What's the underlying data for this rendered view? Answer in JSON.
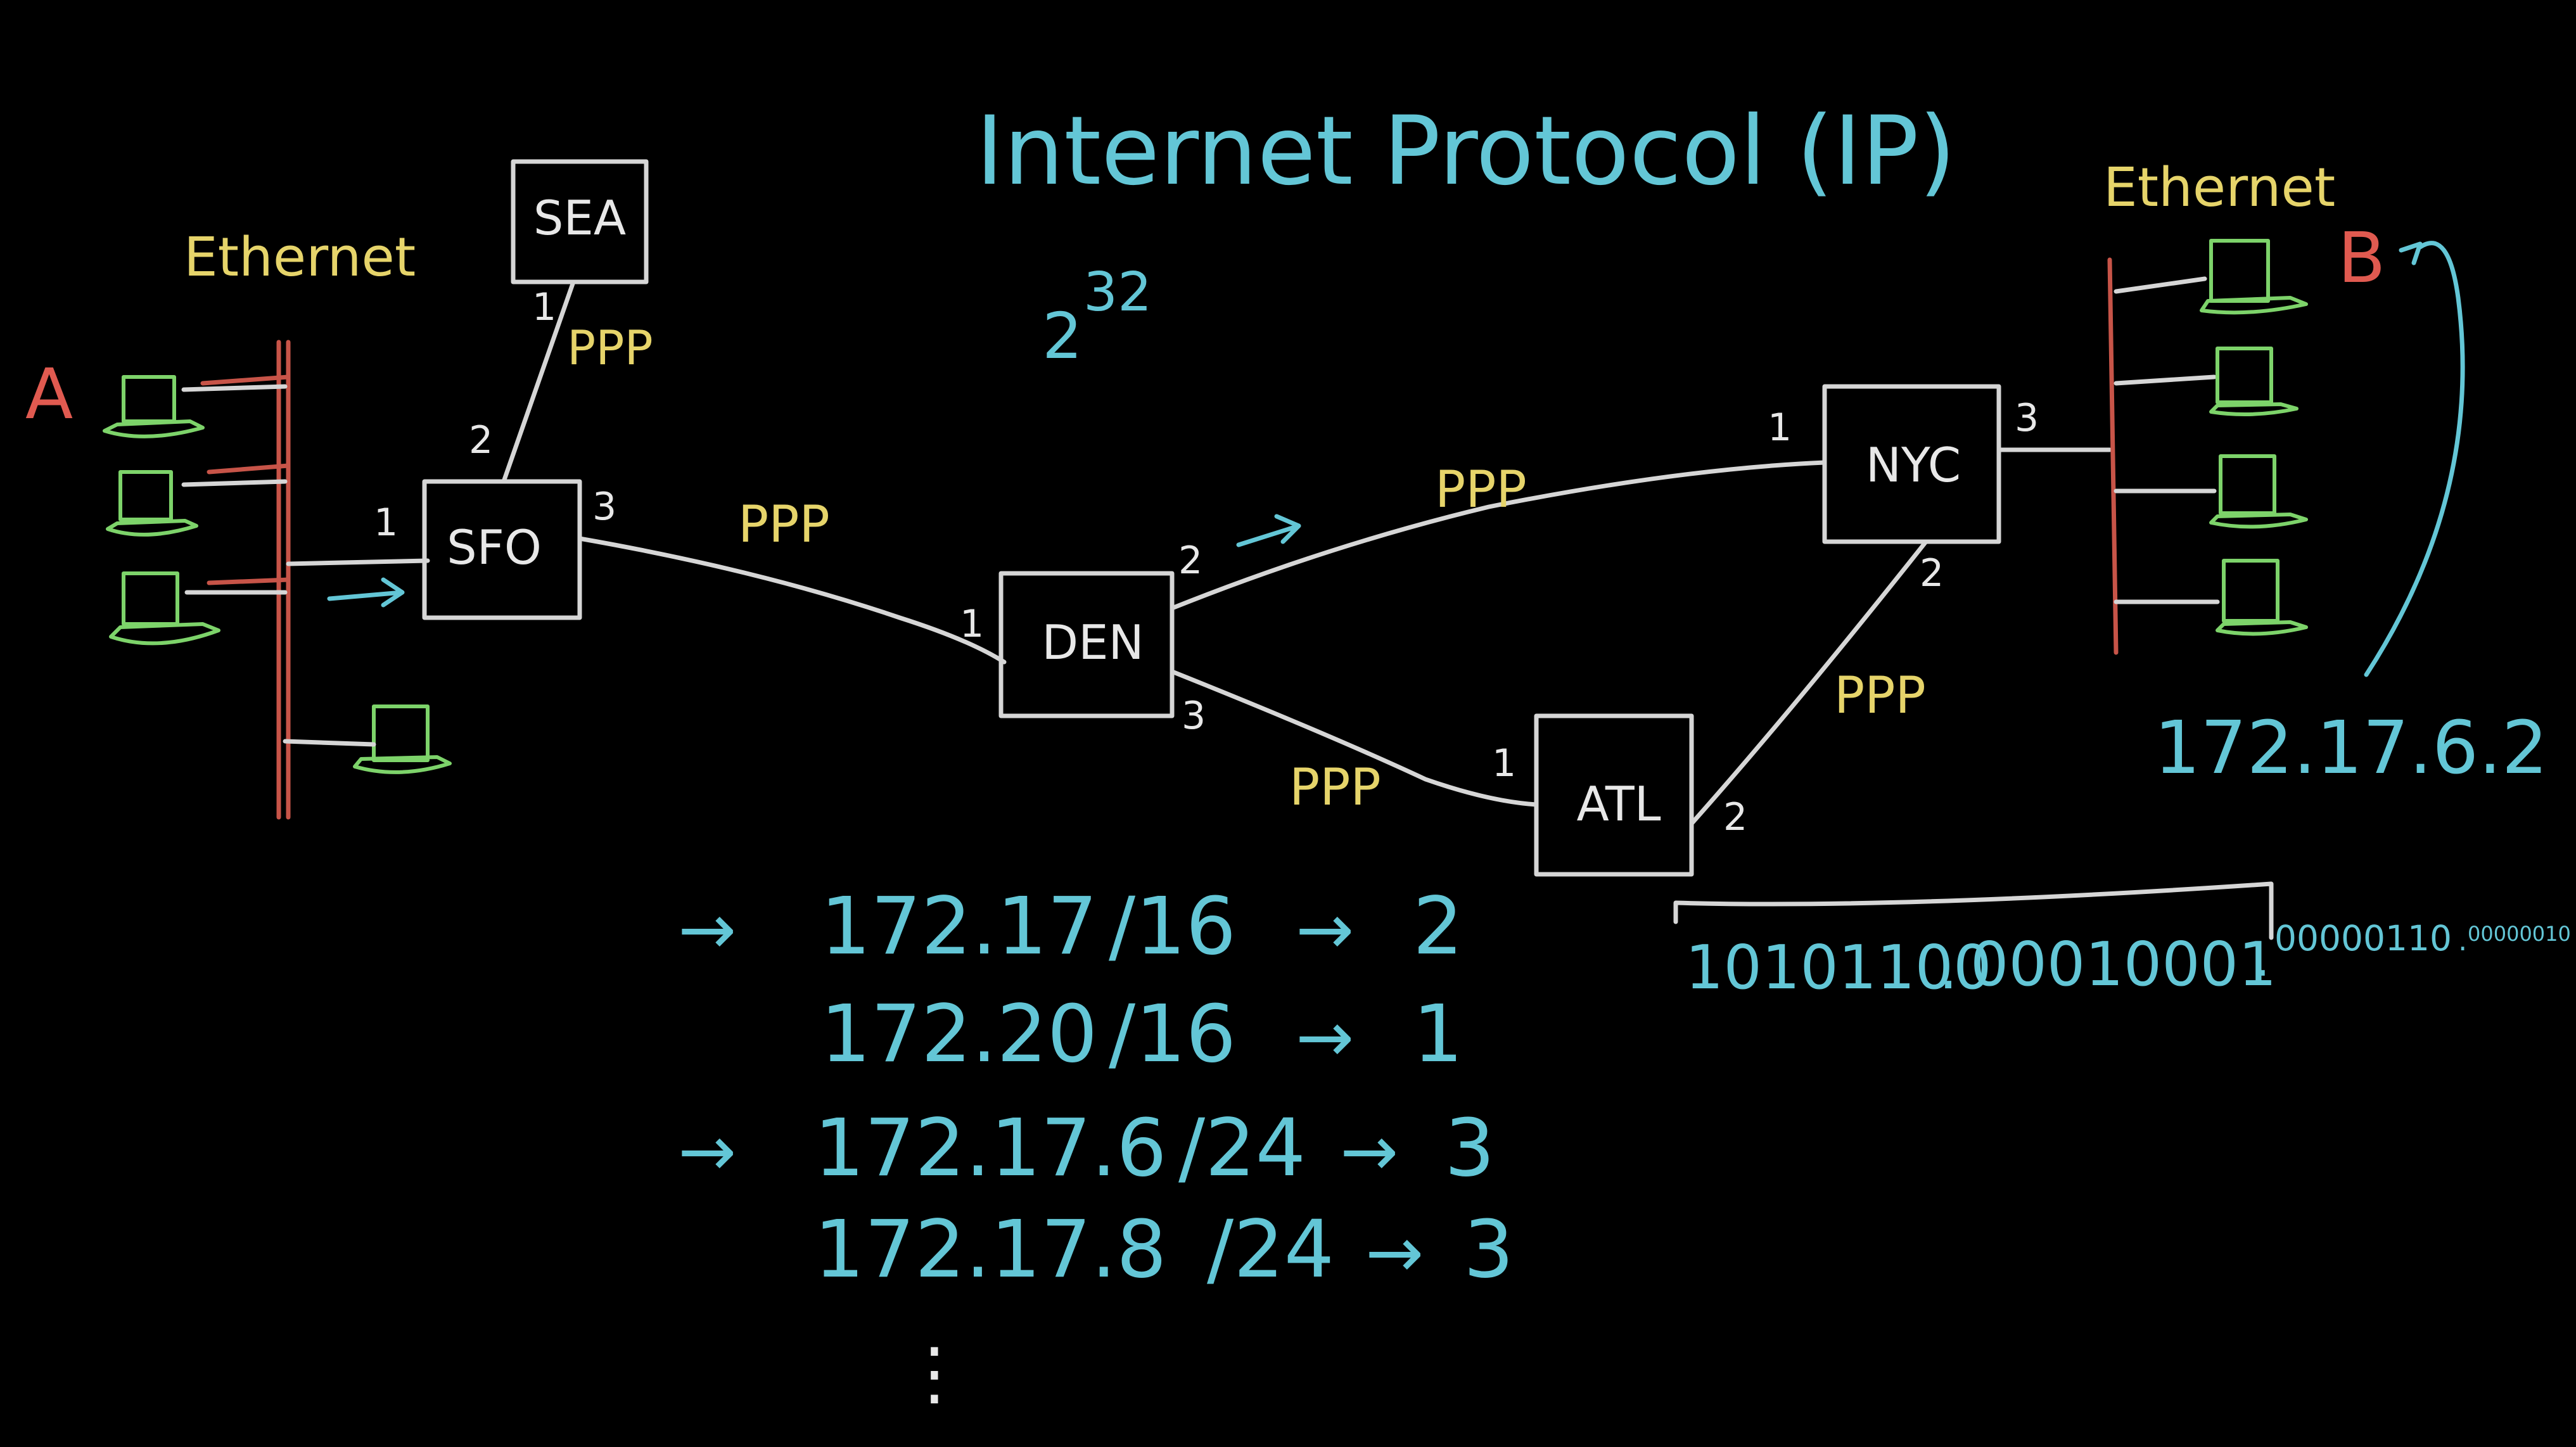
{
  "title": "Internet Protocol (IP)",
  "power": {
    "base": "2",
    "exponent": "32"
  },
  "ethernet_left": "Ethernet",
  "ethernet_right": "Ethernet",
  "host_a": "A",
  "host_b": "B",
  "routers": {
    "sea": "SEA",
    "sfo": "SFO",
    "den": "DEN",
    "atl": "ATL",
    "nyc": "NYC"
  },
  "links": {
    "sea_sfo": "PPP",
    "sfo_den": "PPP",
    "den_nyc": "PPP",
    "den_atl": "PPP",
    "atl_nyc": "PPP"
  },
  "ports": {
    "sea_1": "1",
    "sfo_1": "1",
    "sfo_2": "2",
    "sfo_3": "3",
    "den_1": "1",
    "den_2": "2",
    "den_3": "3",
    "atl_1": "1",
    "atl_2": "2",
    "nyc_1": "1",
    "nyc_2": "2",
    "nyc_3": "3"
  },
  "address_b": "172.17.6.2",
  "binary_address": {
    "octet1": "10101100",
    "octet2": "00010001",
    "octet3": "00000110",
    "octet4": "00000010"
  },
  "routing_table": [
    {
      "arrow": "→",
      "prefix": "172.17",
      "mask": "/16",
      "port": "2"
    },
    {
      "arrow": "",
      "prefix": "172.20",
      "mask": "/16",
      "port": "1"
    },
    {
      "arrow": "→",
      "prefix": "172.17.6",
      "mask": "/24",
      "port": "3"
    },
    {
      "arrow": "",
      "prefix": "172.17.8",
      "mask": "/24",
      "port": "3"
    }
  ],
  "table_ellipsis": "⋮"
}
